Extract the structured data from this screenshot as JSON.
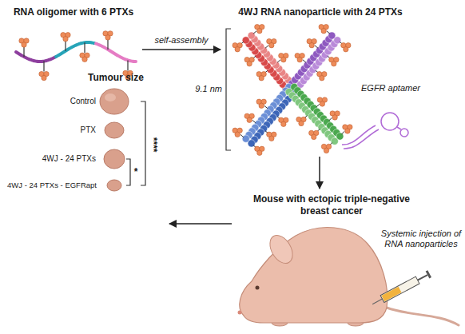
{
  "diagram": {
    "nodes": [
      {
        "text": [
          "RNA oligomer with 6 PTXs"
        ]
      },
      {
        "text": [
          "4WJ RNA nanoparticle with 24 PTXs"
        ]
      },
      {
        "text": [
          "Tumour size"
        ]
      },
      {
        "text": [
          "Mouse with ectopic triple-negative breast cancer"
        ]
      }
    ],
    "edges": [
      {
        "from": 0,
        "to": 1,
        "label": "self-assembly",
        "arrow": "to"
      },
      {
        "from": 1,
        "to": 3,
        "arrow": "to"
      },
      {
        "from": 3,
        "to": 2,
        "arrow": "to"
      }
    ],
    "labels": [
      "9.1 nm",
      "EGFR aptamer",
      "Control",
      "PTX",
      "4WJ - 24 PTXs",
      "4WJ - 24 PTXs - EGFRapt",
      "****",
      "*",
      "Systemic injection of RNA nanoparticles"
    ]
  }
}
